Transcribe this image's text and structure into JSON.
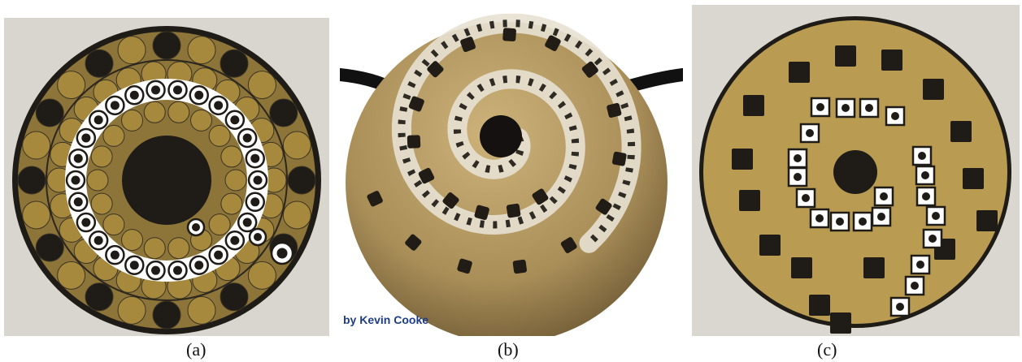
{
  "figure": {
    "panels": [
      {
        "id": "a",
        "caption": "(a)"
      },
      {
        "id": "b",
        "caption": "(b)",
        "watermark": "by Kevin Cooke"
      },
      {
        "id": "c",
        "caption": "(c)"
      }
    ]
  },
  "colors": {
    "ochre": "#a6893d",
    "ochre_light": "#b99c52",
    "dark": "#1f1c18",
    "white": "#ffffff",
    "panel_bg": "#d8d6cf"
  }
}
